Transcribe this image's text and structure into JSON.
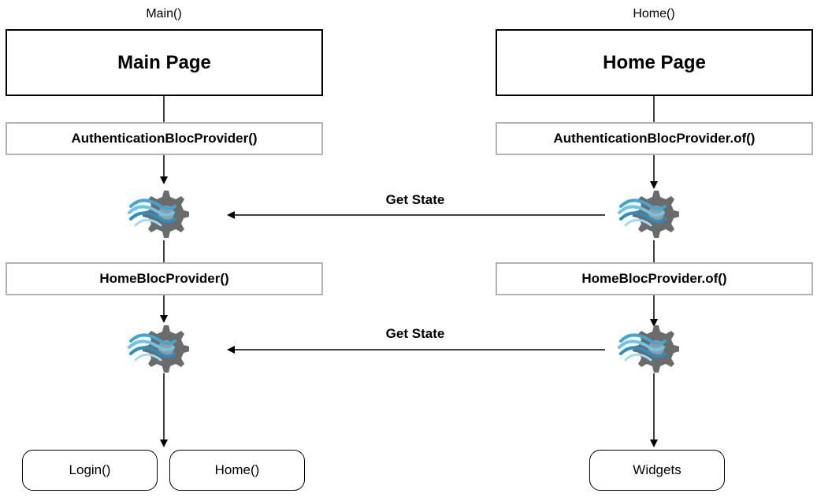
{
  "left_column": {
    "caption": "Main()",
    "page_title": "Main Page",
    "provider_1": "AuthenticationBlocProvider()",
    "provider_2": "HomeBlocProvider()",
    "outputs": [
      "Login()",
      "Home()"
    ]
  },
  "right_column": {
    "caption": "Home()",
    "page_title": "Home Page",
    "provider_1": "AuthenticationBlocProvider.of()",
    "provider_2": "HomeBlocProvider.of()",
    "output": "Widgets"
  },
  "arrows": {
    "get_state_1": "Get State",
    "get_state_2": "Get State"
  },
  "icons": {
    "bloc": "bloc-gear-icon"
  },
  "colors": {
    "gear": "#666666",
    "waves": "#3aa8d8",
    "provider_border": "#b3b3b3"
  }
}
